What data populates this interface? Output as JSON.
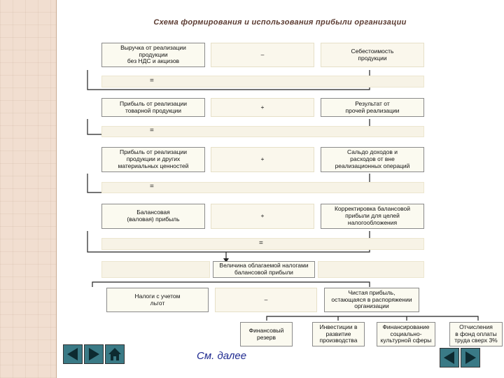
{
  "title": "Схема формирования и использования прибыли организации",
  "rows": [
    {
      "left": "Выручка от реализации\nпродукции\nбез НДС и акцизов",
      "op": "–",
      "right": "Себестоимость\nпродукции",
      "result_op": "="
    },
    {
      "left": "Прибыль от реализации\nтоварной продукции",
      "op": "+",
      "right": "Результат от\nпрочей реализации",
      "result_op": "="
    },
    {
      "left": "Прибыль от реализации\nпродукции и других\nматериальных ценностей",
      "op": "+",
      "right": "Сальдо доходов и\nрасходов от вне\nреализационных операций",
      "result_op": "="
    },
    {
      "left": "Балансовая\n(валовая) прибыль",
      "op": "+",
      "right": "Корректировка балансовой\nприбыли для целей\nналогообложения",
      "result_op": "="
    }
  ],
  "taxable": "Величина облагаемой налогами\nбалансовой прибыли",
  "taxes": {
    "left": "Налоги с учетом\nльгот",
    "op": "–",
    "right": "Чистая прибыль,\nостающаяся в распоряжении\nорганизации"
  },
  "funds": [
    "Финансовый\nрезерв",
    "Инвестиции в\nразвитие\nпроизводства",
    "Финансирование\nсоциально-\nкультурной сферы",
    "Отчисления\nв фонд оплаты\nтруда сверх 3%"
  ],
  "nav": {
    "more_label": "См. далее"
  },
  "colors": {
    "accent_text": "#1f2a90",
    "nav_button": "#3a7a86"
  }
}
